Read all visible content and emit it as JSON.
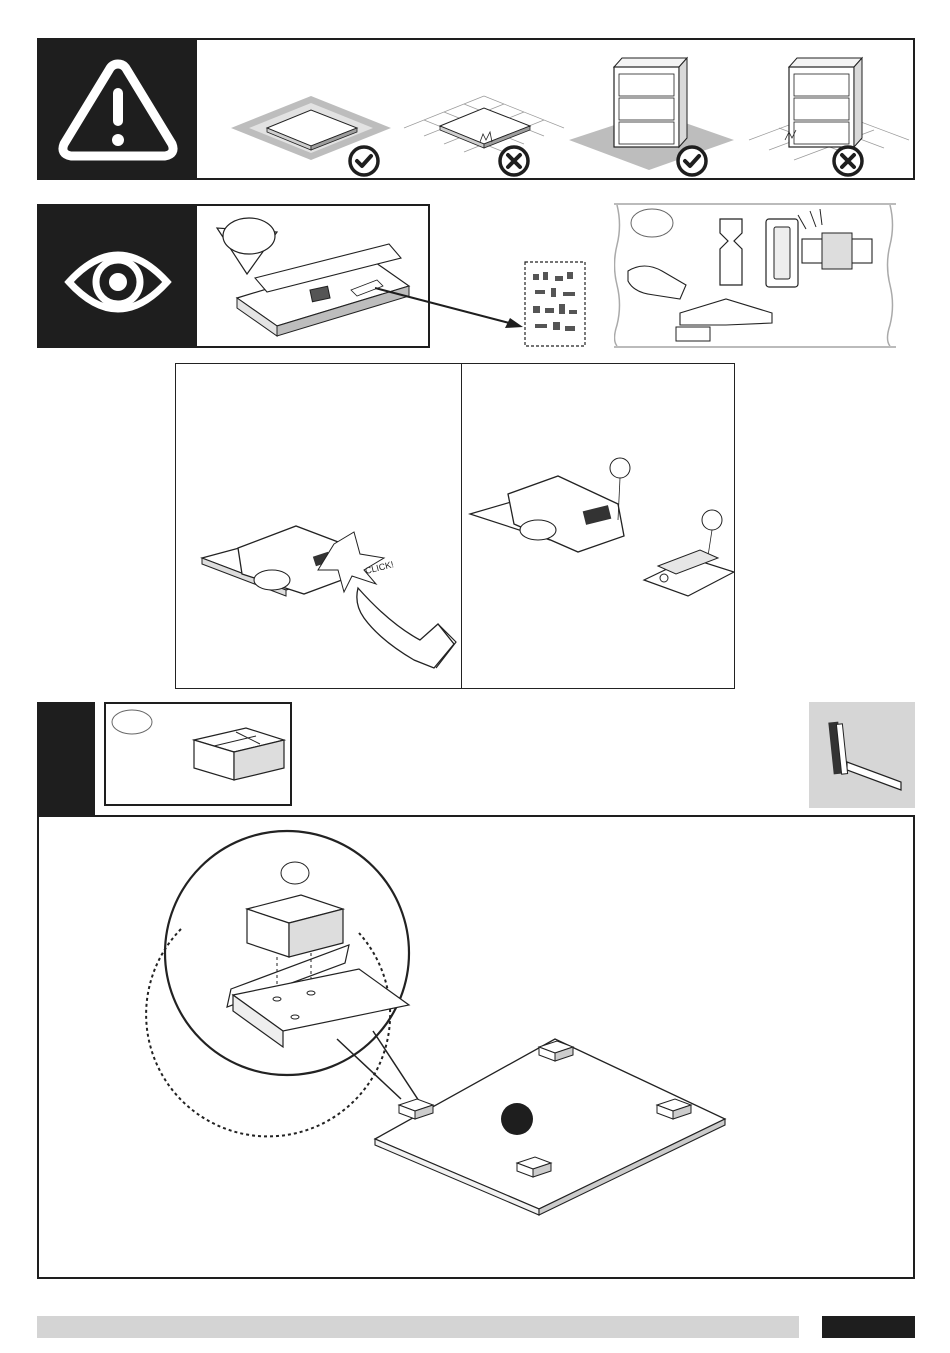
{
  "warning_panel": {
    "icon": "warning-triangle-icon",
    "scenes": [
      {
        "name": "panel-on-soft-surface",
        "status": "correct",
        "icon": "check-circle-icon"
      },
      {
        "name": "panel-on-hard-floor",
        "status": "wrong",
        "icon": "cross-circle-icon"
      },
      {
        "name": "cabinet-on-soft-surface",
        "status": "correct",
        "icon": "check-circle-icon"
      },
      {
        "name": "cabinet-on-hard-floor",
        "status": "wrong",
        "icon": "cross-circle-icon"
      }
    ]
  },
  "inspect_panel": {
    "icon": "eye-icon",
    "hardware_bag_icon": "hardware-bag-icon",
    "hinge_detail_icon": "hinge-detail-icon"
  },
  "hinge_steps": {
    "left": {
      "click_label": "CLICK!",
      "icon": "hand-press-icon"
    },
    "right": {
      "icon": "hinge-detach-icon"
    }
  },
  "step_section": {
    "part_icon": "foot-block-icon",
    "tool_icon": "hammer-icon",
    "main_icon": "foot-assembly-icon"
  },
  "colors": {
    "dark": "#1e1e1e",
    "footer_bar": "#d4d4d4",
    "tool_box": "#d6d6d6"
  }
}
